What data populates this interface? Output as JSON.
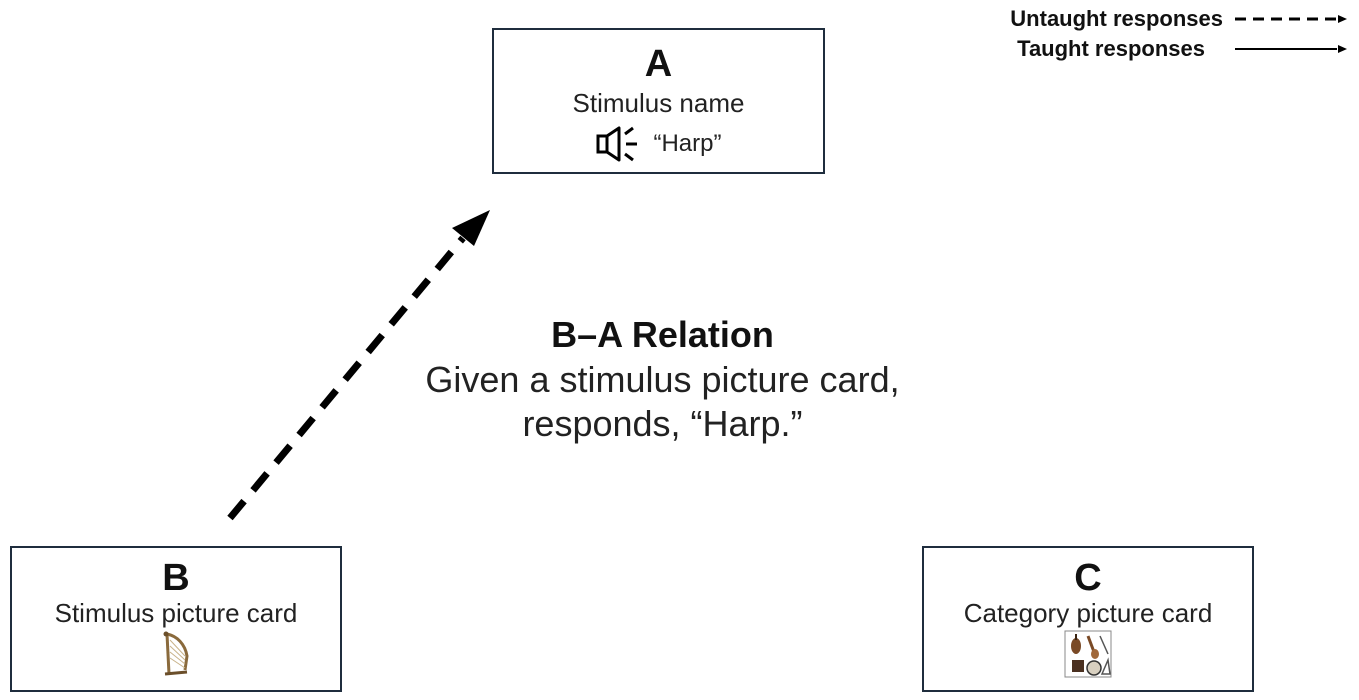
{
  "legend": {
    "untaught_label": "Untaught responses",
    "taught_label": "Taught responses"
  },
  "box_a": {
    "letter": "A",
    "label": "Stimulus name",
    "spoken_word": "“Harp”",
    "icon": "speaker-icon"
  },
  "box_b": {
    "letter": "B",
    "label": "Stimulus picture card",
    "icon": "harp-icon"
  },
  "box_c": {
    "letter": "C",
    "label": "Category picture card",
    "icon": "instruments-icon"
  },
  "relation": {
    "title": "B–A Relation",
    "line1": "Given a stimulus picture card,",
    "line2": "responds, “Harp.”"
  },
  "arrows": [
    {
      "from": "B",
      "to": "A",
      "style": "dashed"
    }
  ]
}
